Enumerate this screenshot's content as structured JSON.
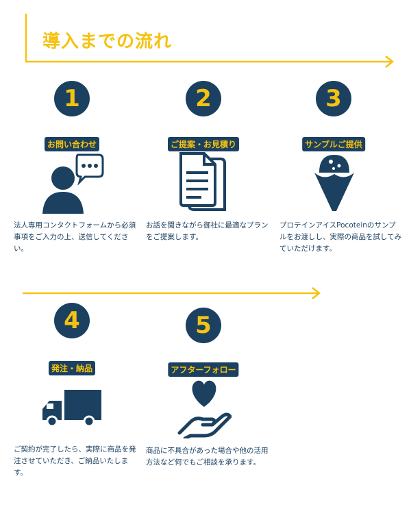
{
  "title": "導入までの流れ",
  "colors": {
    "navy": "#1b4060",
    "yellow": "#f5c211"
  },
  "steps": [
    {
      "number": "1",
      "label": "お問い合わせ",
      "icon": "person-chat-icon",
      "description": "法人専用コンタクトフォームから必須事項をご入力の上、送信してください。"
    },
    {
      "number": "2",
      "label": "ご提案・お見積り",
      "icon": "documents-icon",
      "description": "お話を聞きながら御社に最適なプランをご提案します。"
    },
    {
      "number": "3",
      "label": "サンプルご提供",
      "icon": "ice-cream-icon",
      "description": "プロテインアイスPocoteinのサンプルをお渡しし、実際の商品を試してみていただけます。"
    },
    {
      "number": "4",
      "label": "発注・納品",
      "icon": "truck-icon",
      "description": "ご契約が完了したら、実際に商品を発注させていただき、ご納品いたします。"
    },
    {
      "number": "5",
      "label": "アフターフォロー",
      "icon": "heart-hand-icon",
      "description": "商品に不具合があった場合や他の活用方法など何でもご相談を承ります。"
    }
  ]
}
